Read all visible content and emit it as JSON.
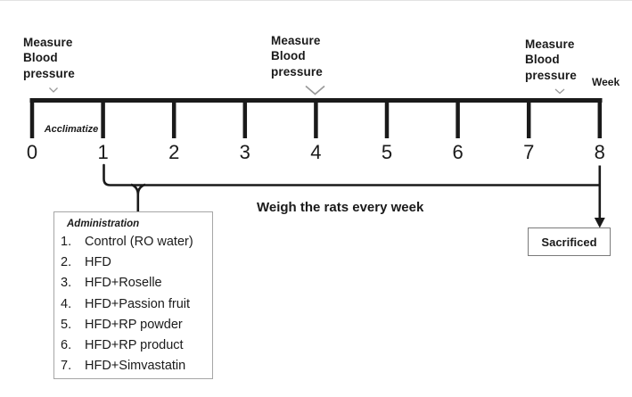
{
  "diagram": {
    "bp_labels": [
      "Measure\nBlood\npressure",
      "Measure\nBlood\npressure",
      "Measure\nBlood\npressure"
    ],
    "week_axis_label": "Week",
    "acclimatize_label": "Acclimatize",
    "week_ticks": [
      "0",
      "1",
      "2",
      "3",
      "4",
      "5",
      "6",
      "7",
      "8"
    ],
    "weigh_note": "Weigh the rats every week",
    "sacrificed_label": "Sacrificed",
    "admin_box": {
      "title": "Administration",
      "items": [
        {
          "num": "1.",
          "label": "Control (RO water)"
        },
        {
          "num": "2.",
          "label": "HFD"
        },
        {
          "num": "3.",
          "label": "HFD+Roselle"
        },
        {
          "num": "4.",
          "label": "HFD+Passion fruit"
        },
        {
          "num": "5.",
          "label": "HFD+RP powder"
        },
        {
          "num": "6.",
          "label": "HFD+RP product"
        },
        {
          "num": "7.",
          "label": "HFD+Simvastatin"
        }
      ]
    },
    "colors": {
      "line": "#1a1a1a",
      "chevron": "#999999",
      "admin_box_border": "#a6a6a6",
      "sacrificed_box_border": "#7a7a7a"
    }
  }
}
